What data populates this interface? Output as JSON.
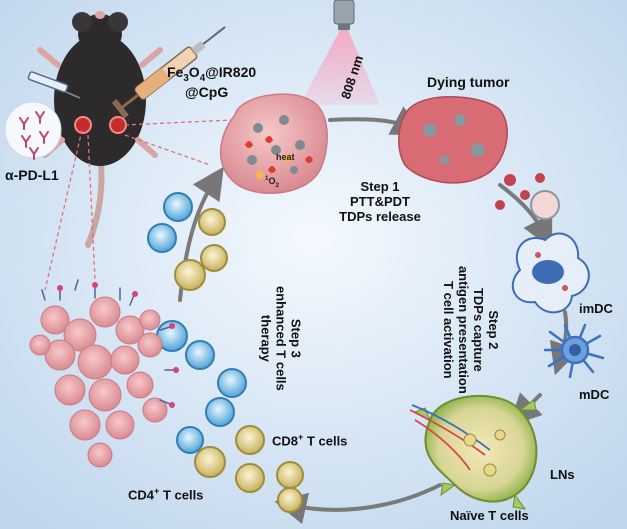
{
  "labels": {
    "agent_line1_a": "Fe",
    "agent_sub1": "3",
    "agent_line1_b": "O",
    "agent_sub2": "4",
    "agent_line1_c": "@IR820",
    "agent_line2": "@CpG",
    "laser": "808 nm",
    "dying_tumor": "Dying tumor",
    "heat": "heat",
    "singlet_oxygen_num": "1",
    "singlet_oxygen": "O",
    "singlet_oxygen_sub": "2",
    "antibody": "α-PD-L1",
    "step1": [
      "Step 1",
      "PTT&PDT",
      "TDPs release"
    ],
    "step2": [
      "Step 2",
      "TDPs capture",
      "antigen presentation",
      "T cell activation"
    ],
    "step3": [
      "Step 3",
      "enhanced T cells",
      "therapy"
    ],
    "imdc": "imDC",
    "mdc": "mDC",
    "lns": "LNs",
    "naive": "Naïve T cells",
    "cd8_a": "CD8",
    "cd8_sup": "+",
    "cd8_b": " T cells",
    "cd4_a": "CD4",
    "cd4_sup": "+",
    "cd4_b": " T cells"
  },
  "colors": {
    "background": "#cfe0f0",
    "mouse": "#2c2a2b",
    "tumor": "#e6a1a6",
    "laser": "#ee8fae",
    "t_cell_blue": "#3d96c9",
    "t_cell_gold": "#c4ae54",
    "lymph_node": "#8fb84a",
    "dendritic_cell": "#4f7fc2",
    "arrow": "#777777"
  }
}
